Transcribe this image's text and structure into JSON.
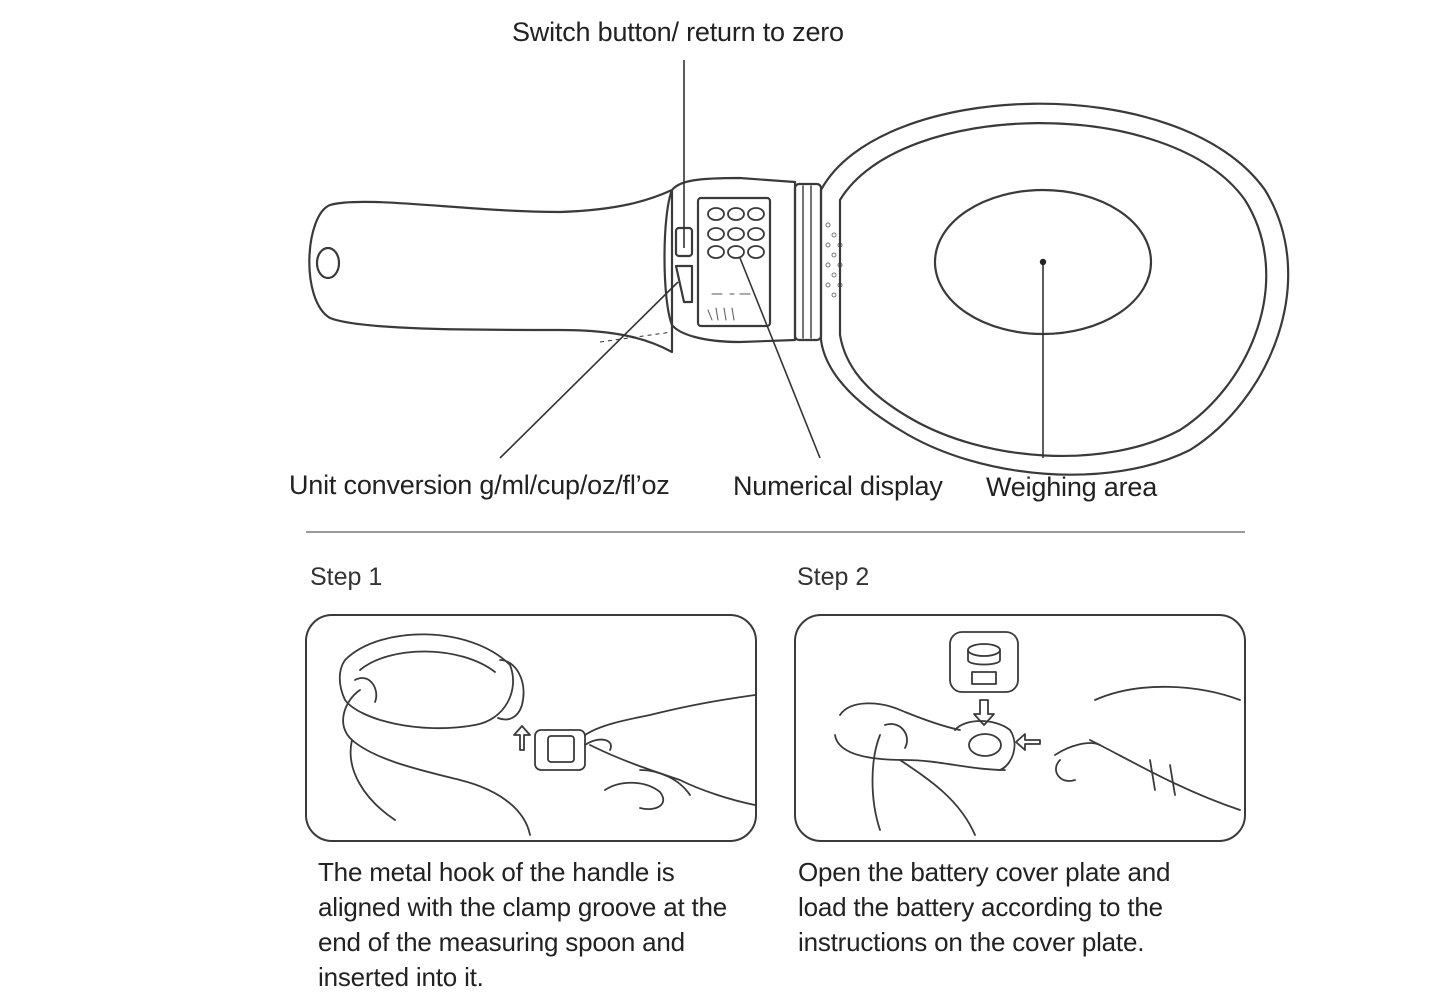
{
  "diagram": {
    "labels": {
      "switch_button": "Switch button/ return to zero",
      "unit_conversion": "Unit conversion g/ml/cup/oz/fl’oz",
      "numerical_display": "Numerical display",
      "weighing_area": "Weighing area"
    }
  },
  "steps": [
    {
      "title": "Step 1",
      "caption_lines": [
        "The metal hook of the handle is",
        "aligned with the clamp groove at the",
        "end of the measuring spoon and",
        "inserted into it."
      ]
    },
    {
      "title": "Step 2",
      "caption_lines": [
        "Open the battery cover plate and",
        "load the battery according to the",
        "instructions on the cover plate."
      ]
    }
  ]
}
